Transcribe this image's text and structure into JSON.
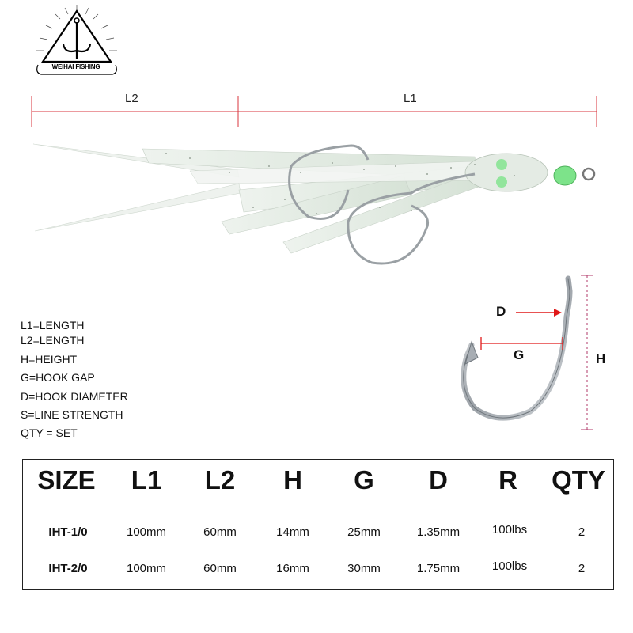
{
  "brand": {
    "name": "WEIHAI FISHING"
  },
  "dimensions": {
    "l2_label": "L2",
    "l1_label": "L1"
  },
  "legend": [
    "L1=LENGTH",
    "L2=LENGTH",
    "H=HEIGHT",
    "G=HOOK GAP",
    "D=HOOK DIAMETER",
    "S=LINE STRENGTH",
    "QTY = SET"
  ],
  "hook_diagram": {
    "d_label": "D",
    "g_label": "G",
    "h_label": "H"
  },
  "table": {
    "headers": [
      "SIZE",
      "L1",
      "L2",
      "H",
      "G",
      "D",
      "R",
      "QTY"
    ],
    "rows": [
      [
        "IHT-1/0",
        "100mm",
        "60mm",
        "14mm",
        "25mm",
        "1.35mm",
        "100lbs",
        "2"
      ],
      [
        "IHT-2/0",
        "100mm",
        "60mm",
        "16mm",
        "30mm",
        "1.75mm",
        "100lbs",
        "2"
      ]
    ]
  },
  "colors": {
    "dimension_line": "#d9363e",
    "arrow": "#e01818",
    "bead": "#7de38a"
  }
}
